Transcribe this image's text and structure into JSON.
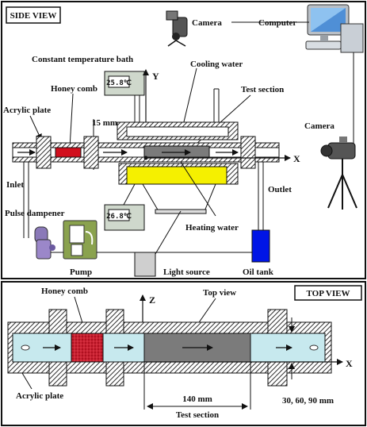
{
  "side_view": {
    "title": "SIDE VIEW",
    "labels": {
      "camera_top": "Camera",
      "computer": "Computer",
      "camera_right": "Camera",
      "bath": "Constant temperature bath",
      "cooling_water": "Cooling water",
      "honey_comb": "Honey comb",
      "test_section": "Test section",
      "acrylic_plate": "Acrylic plate",
      "gap": "15 mm",
      "inlet": "Inlet",
      "outlet": "Outlet",
      "heating_water": "Heating water",
      "pulse_dampener": "Pulse dampener",
      "pump": "Pump",
      "light_source": "Light source",
      "oil_tank": "Oil tank",
      "axis_y": "Y",
      "axis_x": "X"
    },
    "temp_display_1": "25.8℃",
    "temp_display_2": "26.8℃"
  },
  "top_view": {
    "title": "TOP VIEW",
    "labels": {
      "honey_comb": "Honey comb",
      "top_view": "Top view",
      "acrylic_plate": "Acrylic plate",
      "length": "140 mm",
      "test_section": "Test section",
      "widths": "30, 60, 90 mm",
      "axis_z": "Z",
      "axis_x": "X"
    }
  },
  "colors": {
    "channel": "#c7e9ee",
    "honeycomb": "#d10f1d",
    "heater": "#f5f000",
    "test_section": "#7b7b7b",
    "oil_tank": "#0015e6",
    "pump": "#8aa24e"
  }
}
